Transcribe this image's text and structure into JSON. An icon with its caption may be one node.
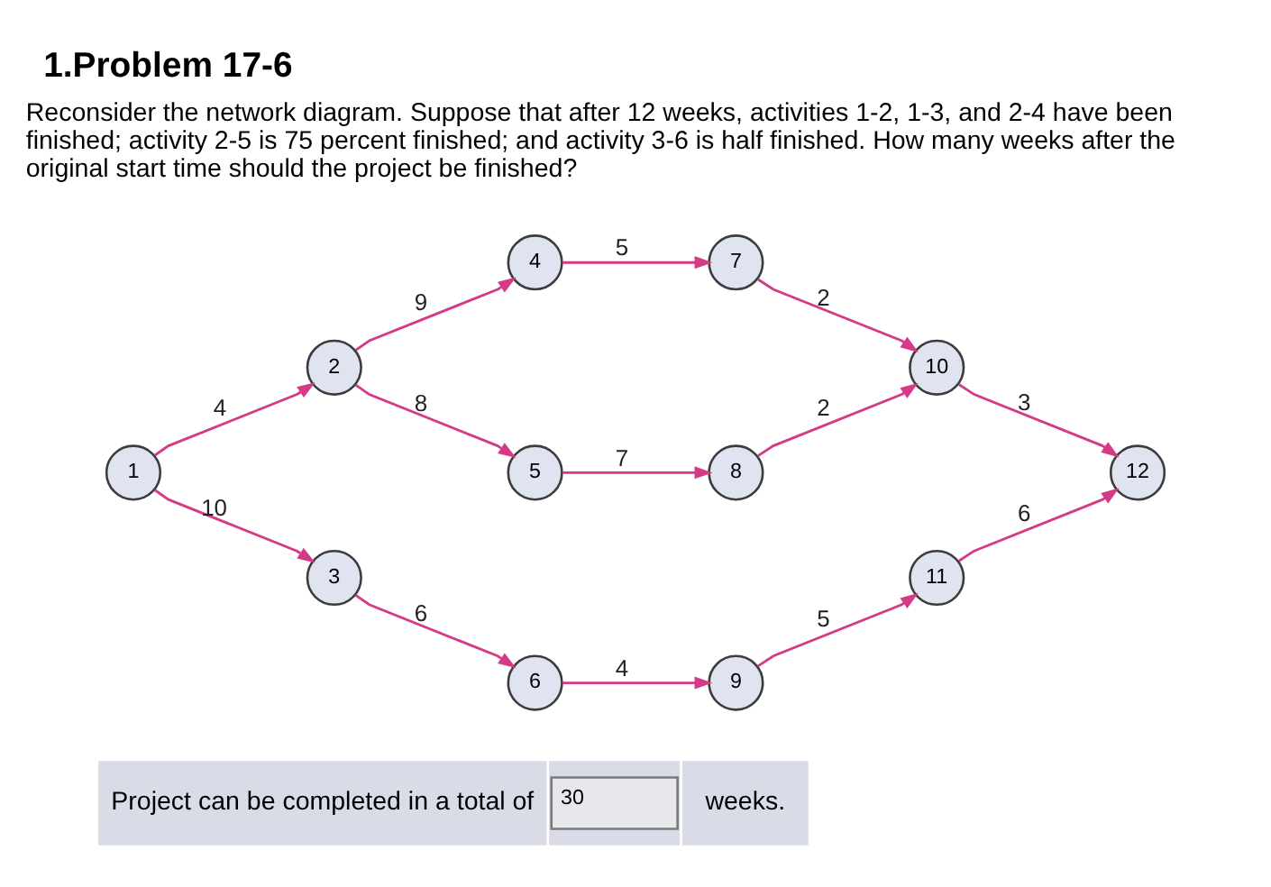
{
  "diagram": {
    "title": "1.Problem 17-6",
    "nodes": [
      {
        "text": [
          "1"
        ]
      },
      {
        "text": [
          "2"
        ]
      },
      {
        "text": [
          "3"
        ]
      },
      {
        "text": [
          "4"
        ]
      },
      {
        "text": [
          "5"
        ]
      },
      {
        "text": [
          "6"
        ]
      },
      {
        "text": [
          "7"
        ]
      },
      {
        "text": [
          "8"
        ]
      },
      {
        "text": [
          "9"
        ]
      },
      {
        "text": [
          "10"
        ]
      },
      {
        "text": [
          "11"
        ]
      },
      {
        "text": [
          "12"
        ]
      }
    ],
    "edges": [
      {
        "from": 0,
        "to": 1,
        "arrow": "to",
        "label": "4"
      },
      {
        "from": 0,
        "to": 2,
        "arrow": "to",
        "label": "10"
      },
      {
        "from": 1,
        "to": 3,
        "arrow": "to",
        "label": "9"
      },
      {
        "from": 1,
        "to": 4,
        "arrow": "to",
        "label": "8"
      },
      {
        "from": 2,
        "to": 5,
        "arrow": "to",
        "label": "6"
      },
      {
        "from": 3,
        "to": 6,
        "arrow": "to",
        "label": "5"
      },
      {
        "from": 4,
        "to": 7,
        "arrow": "to",
        "label": "7"
      },
      {
        "from": 5,
        "to": 8,
        "arrow": "to",
        "label": "4"
      },
      {
        "from": 6,
        "to": 9,
        "arrow": "to",
        "label": "2"
      },
      {
        "from": 7,
        "to": 9,
        "arrow": "to",
        "label": "2"
      },
      {
        "from": 8,
        "to": 10,
        "arrow": "to",
        "label": "5"
      },
      {
        "from": 9,
        "to": 11,
        "arrow": "to",
        "label": "3"
      },
      {
        "from": 10,
        "to": 11,
        "arrow": "to",
        "label": "6"
      }
    ],
    "labels": [
      "Reconsider the network diagram. Suppose that after 12 weeks, activities 1-2, 1-3, and 2-4 have been finished; activity 2-5 is 75 percent finished; and activity 3-6 is half finished. How many weeks after the original start time should the project be finished?",
      "Project can be completed in a total of",
      "30",
      "weeks."
    ]
  }
}
